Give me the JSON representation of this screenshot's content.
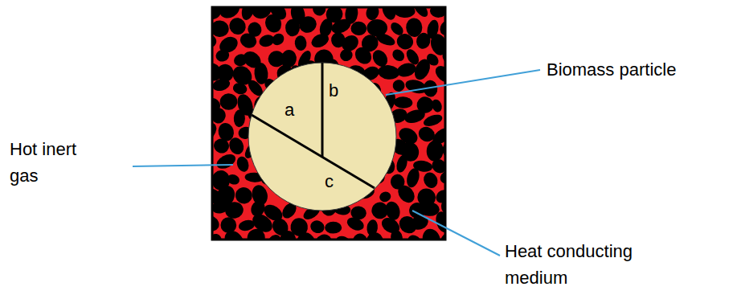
{
  "diagram": {
    "labels": [
      "a",
      "b",
      "c",
      "Biomass particle",
      "Hot inert gas",
      "Heat conducting medium"
    ]
  }
}
